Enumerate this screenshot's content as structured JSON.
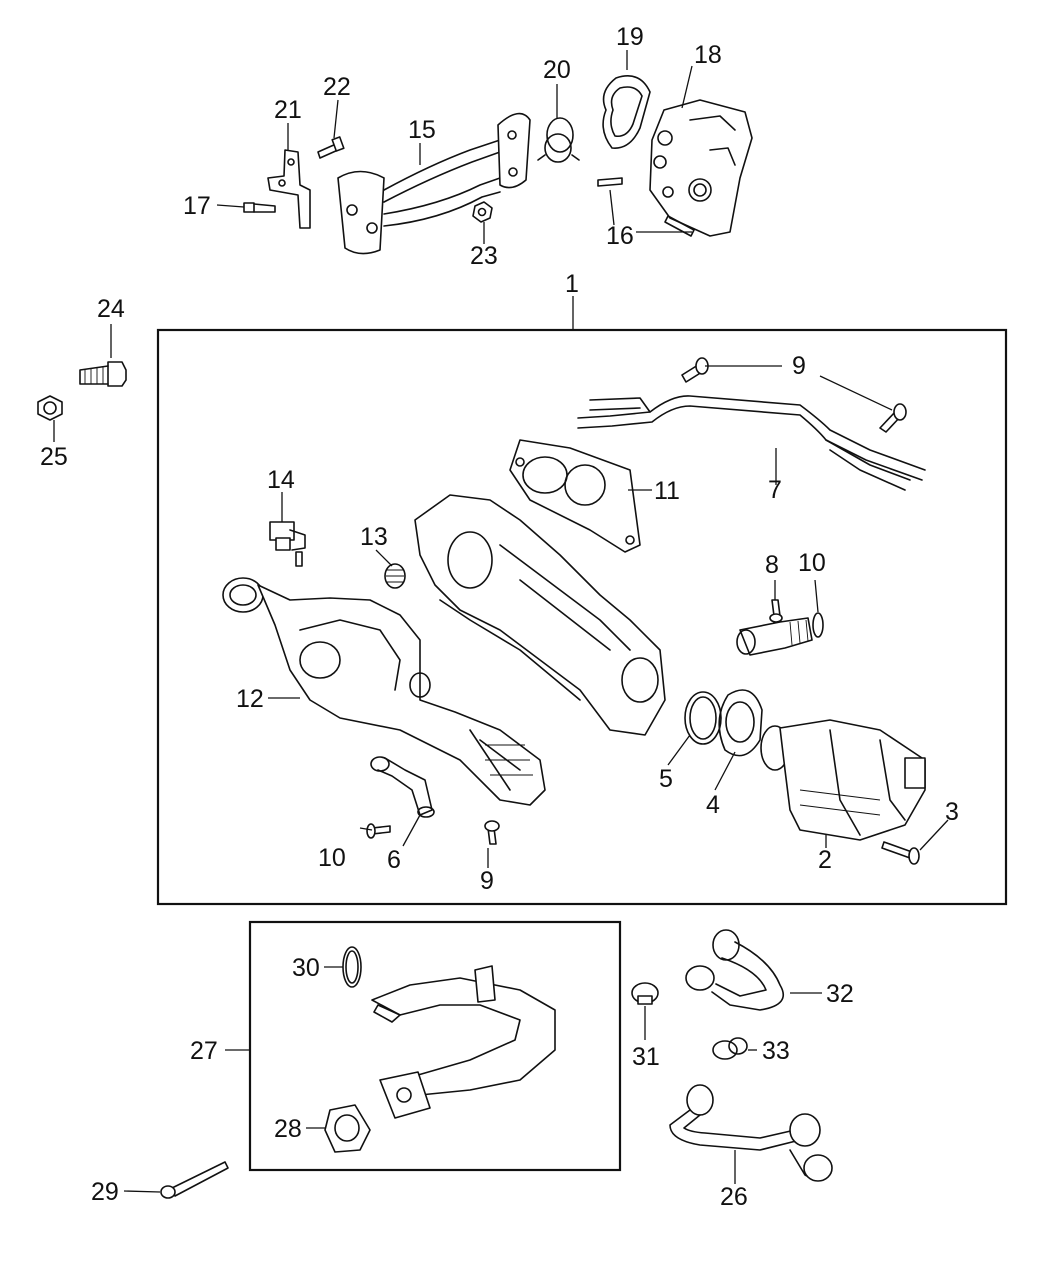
{
  "callouts": {
    "c1": "1",
    "c2": "2",
    "c3": "3",
    "c4": "4",
    "c5": "5",
    "c6": "6",
    "c7": "7",
    "c8": "8",
    "c9a": "9",
    "c9b": "9",
    "c10a": "10",
    "c10b": "10",
    "c11": "11",
    "c12": "12",
    "c13": "13",
    "c14": "14",
    "c15": "15",
    "c16": "16",
    "c17": "17",
    "c18": "18",
    "c19": "19",
    "c20": "20",
    "c21": "21",
    "c22": "22",
    "c23": "23",
    "c24": "24",
    "c25": "25",
    "c26": "26",
    "c27": "27",
    "c28": "28",
    "c29": "29",
    "c30": "30",
    "c31": "31",
    "c32": "32",
    "c33": "33"
  }
}
